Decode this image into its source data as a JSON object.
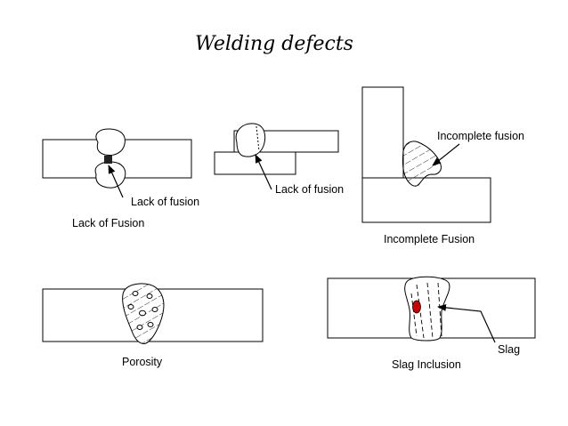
{
  "title": "Welding defects",
  "diagrams": [
    {
      "id": "lack-of-fusion-butt",
      "caption": "Lack of Fusion",
      "callout": "Lack of fusion"
    },
    {
      "id": "lack-of-fusion-lap",
      "callout": "Lack of fusion"
    },
    {
      "id": "incomplete-fusion-tee",
      "caption": "Incomplete Fusion",
      "callout": "Incomplete fusion"
    },
    {
      "id": "porosity-butt",
      "caption": "Porosity"
    },
    {
      "id": "slag-inclusion-butt",
      "caption": "Slag Inclusion",
      "callout": "Slag"
    }
  ],
  "colors": {
    "slag": "#cc0000",
    "ink": "#000000"
  }
}
